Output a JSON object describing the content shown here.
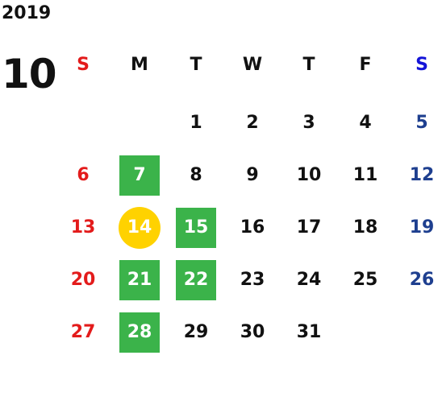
{
  "calendar": {
    "year": "2019",
    "month": "10",
    "weekdays": [
      "S",
      "M",
      "T",
      "W",
      "T",
      "F",
      "S"
    ],
    "weeks": [
      [
        "",
        "",
        "1",
        "2",
        "3",
        "4",
        "5"
      ],
      [
        "6",
        "7",
        "8",
        "9",
        "10",
        "11",
        "12"
      ],
      [
        "13",
        "14",
        "15",
        "16",
        "17",
        "18",
        "19"
      ],
      [
        "20",
        "21",
        "22",
        "23",
        "24",
        "25",
        "26"
      ],
      [
        "27",
        "28",
        "29",
        "30",
        "31",
        "",
        ""
      ]
    ],
    "highlighted_days": [
      "7",
      "15",
      "21",
      "22",
      "28"
    ],
    "today": "14",
    "colors": {
      "sunday": "#e31b1b",
      "saturday": "#1e3f8f",
      "saturday_header": "#1414d8",
      "highlight": "#3bb34a",
      "today": "#ffd200"
    }
  }
}
